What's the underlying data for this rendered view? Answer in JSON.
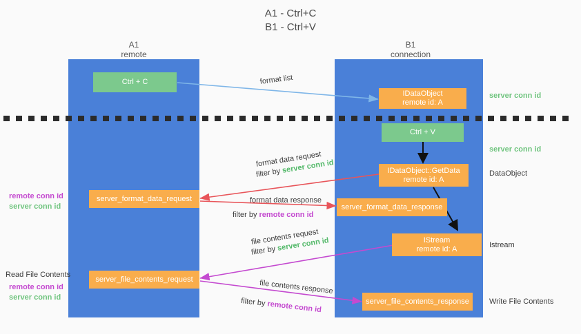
{
  "title": {
    "line1": "A1 - Ctrl+C",
    "line2": "B1 - Ctrl+V"
  },
  "columns": [
    {
      "name": "A1",
      "sub": "remote"
    },
    {
      "name": "B1",
      "sub": "connection"
    }
  ],
  "nodes": {
    "ctrl_c": "Ctrl + C",
    "ctrl_v": "Ctrl + V",
    "idataobject_line1": "IDataObject",
    "idataobject_line2": "remote id: A",
    "getdata_line1": "IDataObject::GetData",
    "getdata_line2": "remote id: A",
    "istream_line1": "IStream",
    "istream_line2": "remote id: A",
    "server_format_data_request": "server_format_data_request",
    "server_format_data_response": "server_format_data_response",
    "server_file_contents_request": "server_file_contents_request",
    "server_file_contents_response": "server_file_contents_response"
  },
  "edges": {
    "format_list": "format list",
    "format_data_request": "format data request",
    "format_data_request_filter_prefix": "filter by ",
    "format_data_request_filter_key": "server conn id",
    "format_data_response": "format data response",
    "format_data_response_filter_prefix": "filter by ",
    "format_data_response_filter_key": "remote conn id",
    "file_contents_request": "file contents request",
    "file_contents_request_filter_prefix": "filter by ",
    "file_contents_request_filter_key": "server conn id",
    "file_contents_response": "file contents response",
    "file_contents_response_filter_prefix": "filter by ",
    "file_contents_response_filter_key": "remote conn id"
  },
  "annotations": {
    "right_server_conn_id_top": "server conn id",
    "right_server_conn_id_mid": "server conn id",
    "right_dataobject": "DataObject",
    "right_istream": "Istream",
    "right_write_file_contents": "Write File Contents",
    "left_remote_conn_id_1": "remote conn id",
    "left_server_conn_id_1": "server conn id",
    "left_read_file_contents": "Read File Contents",
    "left_remote_conn_id_2": "remote conn id",
    "left_server_conn_id_2": "server conn id"
  },
  "colors": {
    "lane": "#4a80d8",
    "green_box": "#7cc98d",
    "orange_box": "#f9ad4c",
    "arrow_light_blue": "#7fb6e8",
    "arrow_red": "#e8555a",
    "arrow_magenta": "#c44ad0",
    "arrow_dark": "#111111",
    "divider": "#2b2b2b",
    "green_text": "#6fc47e",
    "purple_text": "#c44ad0"
  }
}
